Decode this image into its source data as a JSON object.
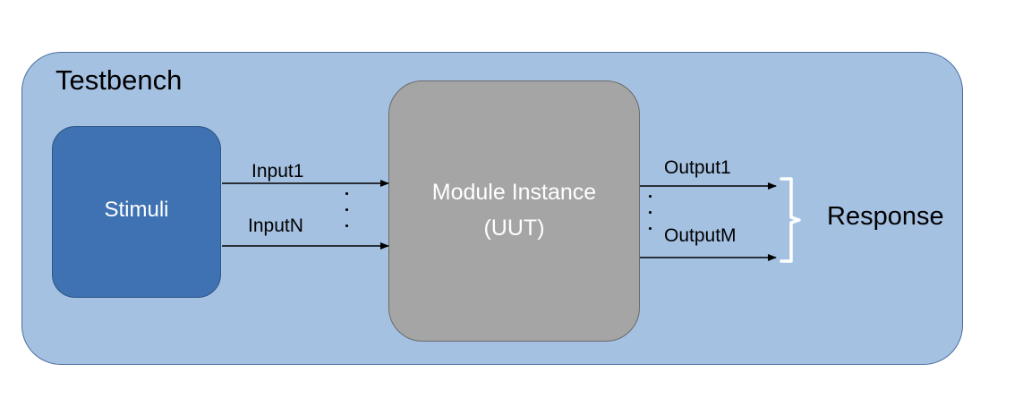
{
  "testbench": {
    "label": "Testbench"
  },
  "stimuli": {
    "label": "Stimuli"
  },
  "module": {
    "line1": "Module Instance",
    "line2": "(UUT)"
  },
  "inputs": {
    "first": "Input1",
    "last": "InputN"
  },
  "outputs": {
    "first": "Output1",
    "last": "OutputM"
  },
  "response": {
    "label": "Response"
  },
  "colors": {
    "testbench_fill": "#a5c1e2",
    "stimuli_fill": "#3f72b2",
    "module_fill": "#a5a5a5",
    "brace": "#ffffff"
  }
}
